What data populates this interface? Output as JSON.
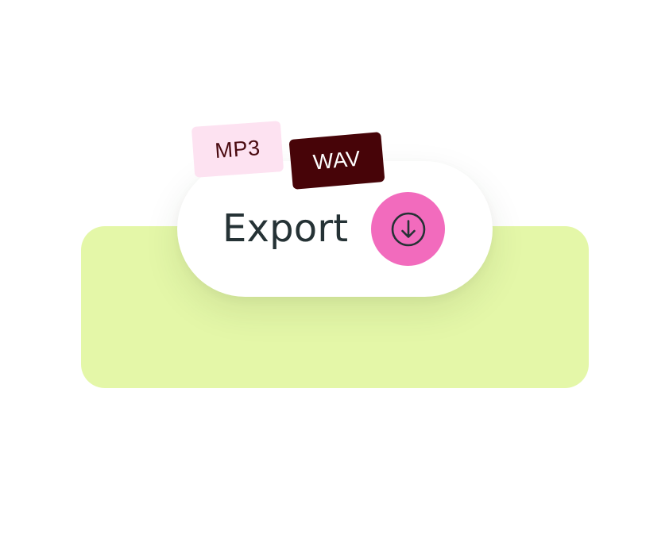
{
  "export": {
    "label": "Export",
    "download_icon": "download-circle-icon"
  },
  "formats": {
    "mp3": "MP3",
    "wav": "WAV"
  },
  "colors": {
    "card_background": "#e4f7a8",
    "pill_background": "#ffffff",
    "download_button": "#f26bbd",
    "mp3_tag_background": "#fde2f1",
    "wav_tag_background": "#470408",
    "text_dark": "#253235"
  }
}
